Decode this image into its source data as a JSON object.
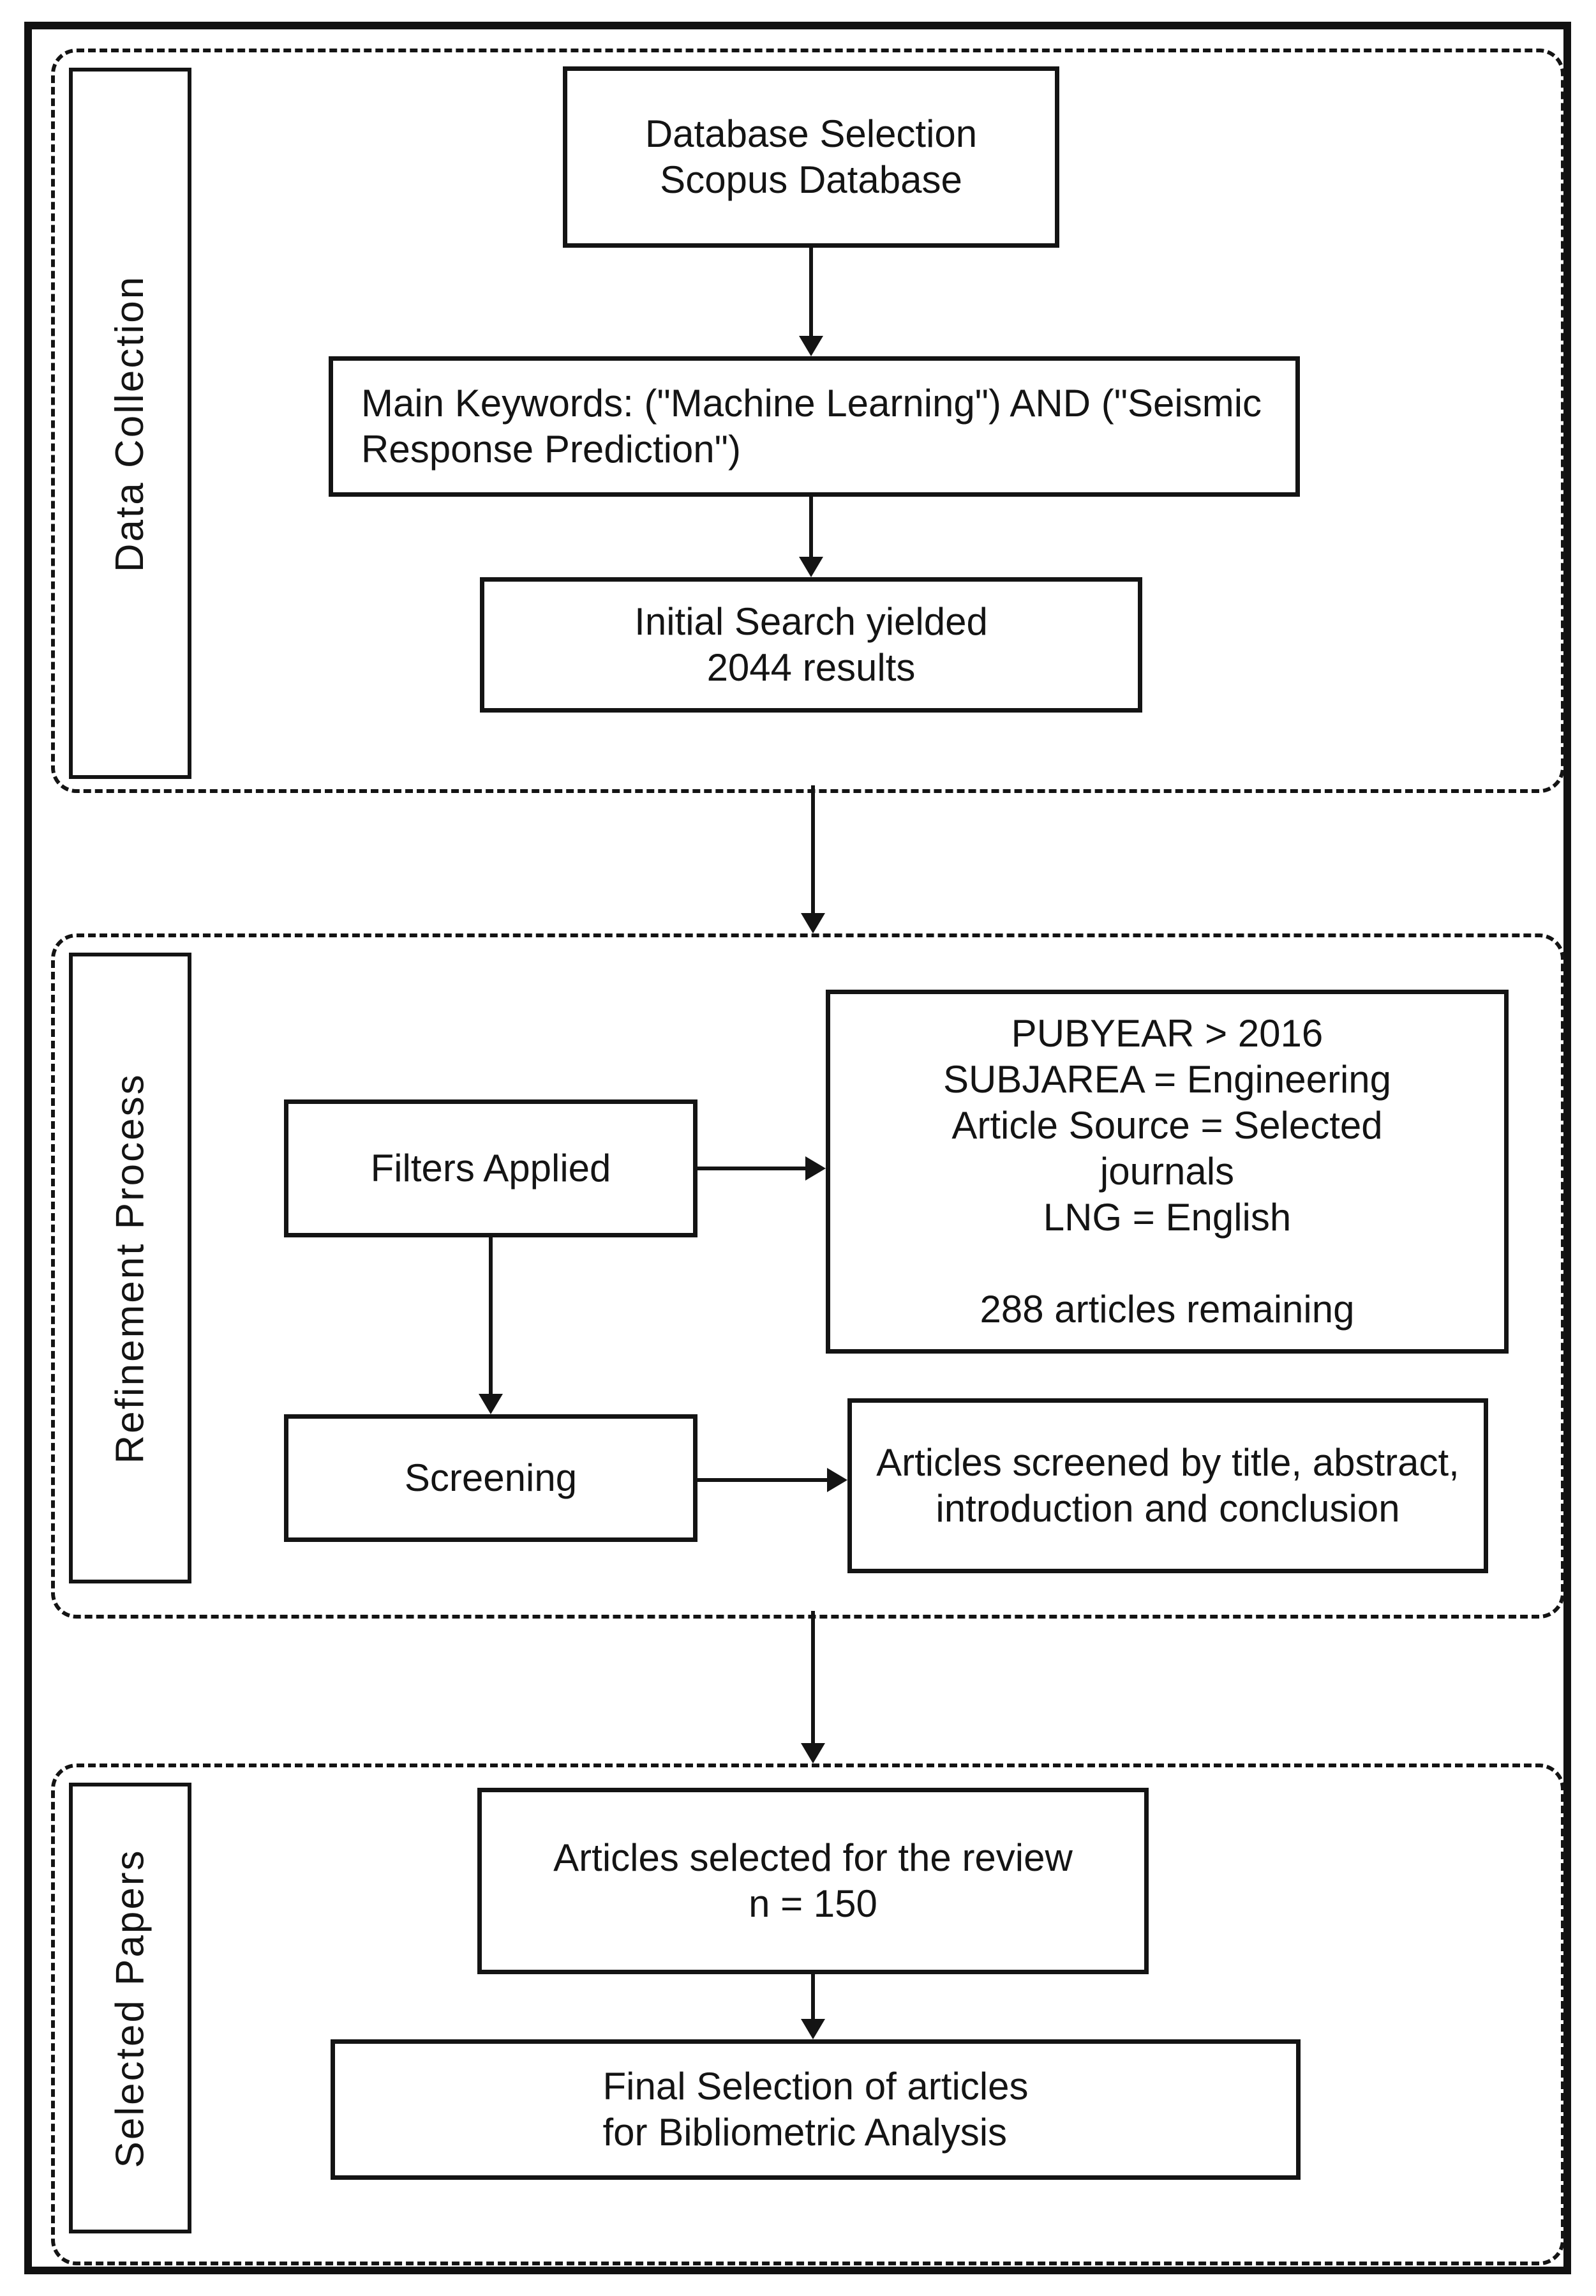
{
  "figure": {
    "colors": {
      "ink": "#141414",
      "background": "#ffffff"
    },
    "sections": [
      {
        "label": "Data Collection",
        "boxes": [
          {
            "name": "database-selection",
            "lines": [
              "Database Selection",
              "Scopus Database"
            ]
          },
          {
            "name": "main-keywords",
            "lines": [
              "Main Keywords: (\"Machine Learning\") AND (\"Seismic",
              "Response Prediction\")"
            ]
          },
          {
            "name": "initial-search",
            "lines": [
              "Initial Search yielded",
              "2044 results"
            ]
          }
        ]
      },
      {
        "label": "Refinement Process",
        "boxes": [
          {
            "name": "filters-applied",
            "lines": [
              "Filters Applied"
            ]
          },
          {
            "name": "filter-criteria",
            "lines": [
              "PUBYEAR > 2016",
              "SUBJAREA = Engineering",
              "Article Source = Selected",
              "journals",
              "LNG = English",
              "",
              "288 articles remaining"
            ]
          },
          {
            "name": "screening",
            "lines": [
              "Screening"
            ]
          },
          {
            "name": "screening-detail",
            "lines": [
              "Articles screened by title, abstract,",
              "introduction and conclusion"
            ]
          }
        ]
      },
      {
        "label": "Selected Papers",
        "boxes": [
          {
            "name": "articles-selected",
            "lines": [
              "Articles selected for the review",
              "n = 150"
            ]
          },
          {
            "name": "final-selection",
            "lines": [
              "Final Selection of articles",
              "for Bibliometric Analysis"
            ]
          }
        ]
      }
    ]
  }
}
